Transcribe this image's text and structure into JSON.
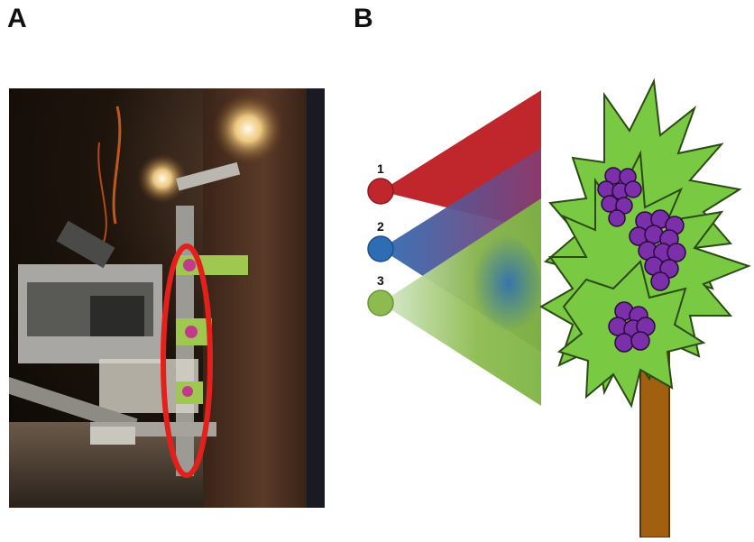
{
  "panels": {
    "a": {
      "label": "A"
    },
    "b": {
      "label": "B"
    }
  },
  "diagram": {
    "sensors": [
      {
        "number": "1",
        "color": "#c0272d"
      },
      {
        "number": "2",
        "color": "#2e6db4"
      },
      {
        "number": "3",
        "color": "#8dbb4f"
      }
    ],
    "canopy_color": "#7ac943",
    "grape_color": "#7b2fa8",
    "trunk_color": "#a0600f"
  },
  "photo": {
    "highlight_color": "#e3201b"
  }
}
